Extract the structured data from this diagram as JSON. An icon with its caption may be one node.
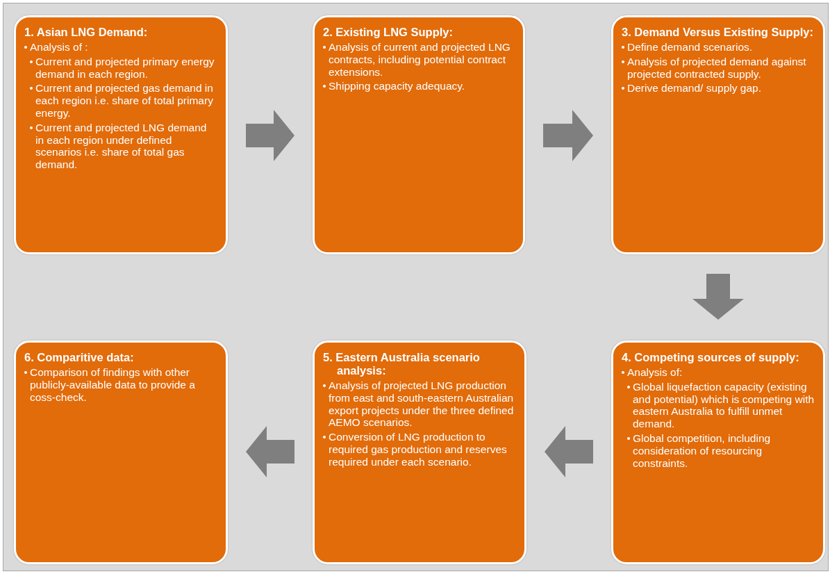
{
  "diagram": {
    "nodes": [
      {
        "text": [
          "1. Asian LNG Demand:",
          "Analysis of :",
          "Current and projected primary energy demand in each region.",
          "Current and projected gas demand in each region i.e. share of total primary energy.",
          "Current and projected LNG demand in  each region under defined scenarios i.e. share of total gas demand."
        ]
      },
      {
        "text": [
          "2. Existing LNG Supply:",
          "Analysis of current and projected LNG contracts, including potential contract extensions.",
          "Shipping capacity adequacy."
        ]
      },
      {
        "text": [
          "3. Demand Versus Existing Supply:",
          "Define demand scenarios.",
          "Analysis of projected demand against projected contracted supply.",
          "Derive demand/ supply gap."
        ]
      },
      {
        "text": [
          "4. Competing sources of supply:",
          "Analysis of:",
          "Global liquefaction capacity (existing and potential) which is competing with eastern Australia to fulfill unmet demand.",
          "Global competition, including consideration of resourcing constraints."
        ]
      },
      {
        "text": [
          "5. Eastern Australia scenario analysis:",
          "Analysis of projected LNG production from east and south-eastern Australian export projects under the three defined AEMO scenarios.",
          "Conversion of LNG production to required gas production and reserves required under each scenario."
        ]
      },
      {
        "text": [
          "6. Comparitive data:",
          "Comparison of findings with other publicly-available data to provide a coss-check."
        ]
      }
    ],
    "edges": [
      {
        "from": 0,
        "to": 1,
        "arrow": "to"
      },
      {
        "from": 1,
        "to": 2,
        "arrow": "to"
      },
      {
        "from": 2,
        "to": 3,
        "arrow": "to"
      },
      {
        "from": 3,
        "to": 4,
        "arrow": "to"
      },
      {
        "from": 4,
        "to": 5,
        "arrow": "to"
      }
    ]
  }
}
